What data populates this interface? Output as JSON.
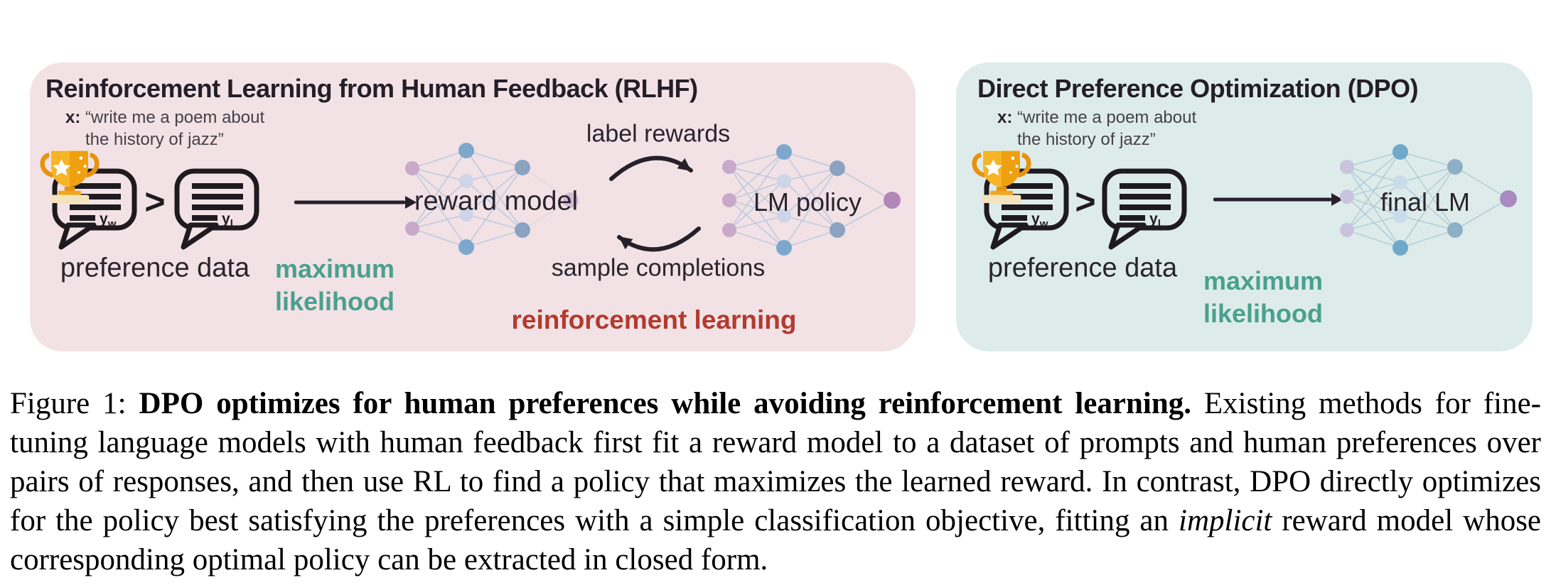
{
  "prompt": {
    "x_label": "x:",
    "line1": "“write me a poem about",
    "line2": "the history of jazz”"
  },
  "labels": {
    "y": "y",
    "winner_sub": "w",
    "loser_sub": "l",
    "gt": ">"
  },
  "rlhf": {
    "title": "Reinforcement Learning from Human Feedback (RLHF)",
    "preference_data": "preference data",
    "ml_line1": "maximum",
    "ml_line2": "likelihood",
    "reward_model": "reward model",
    "label_rewards": "label rewards",
    "sample_completions": "sample completions",
    "lm_policy": "LM policy",
    "reinforcement_learning": "reinforcement learning"
  },
  "dpo": {
    "title": "Direct Preference Optimization (DPO)",
    "preference_data": "preference data",
    "ml_line1": "maximum",
    "ml_line2": "likelihood",
    "final_lm": "final LM"
  },
  "caption": {
    "prefix": "Figure 1: ",
    "bold": "DPO optimizes for human preferences while avoiding reinforcement learning.",
    "body1": " Existing methods for fine-tuning language models with human feedback first fit a reward model to a dataset of prompts and human preferences over pairs of responses, and then use RL to find a policy that maximizes the learned reward. In contrast, DPO directly optimizes for the policy best satisfying the preferences with a simple classification objective, fitting an ",
    "italic": "implicit",
    "body2": " reward model whose corresponding optimal policy can be extracted in closed form."
  },
  "colors": {
    "rlhf_panel_bg": "#f2e2e5",
    "dpo_panel_bg": "#ddecea",
    "teal_accent": "#4aa08f",
    "red_accent": "#b23a2f",
    "ink": "#241e29",
    "networks": {
      "reward": {
        "input": "#c9a9ca",
        "hidden_strong": "#7ea7cd",
        "hidden_pale": "#ced5e8",
        "layer2": "#8ba3c1",
        "output": "#b287b7",
        "edge": "#b7c6de"
      },
      "policy": {
        "input": "#c9a9ca",
        "hidden_strong": "#7ea7cd",
        "hidden_pale": "#ced5e8",
        "layer2": "#8ba3c1",
        "output": "#b287b7",
        "edge": "#b7c6de"
      },
      "final": {
        "input": "#c8c4de",
        "hidden_strong": "#6fa9c9",
        "hidden_pale": "#c8dcea",
        "layer2": "#8db0c7",
        "output": "#a98ac1",
        "edge": "#adc9d7"
      }
    }
  }
}
